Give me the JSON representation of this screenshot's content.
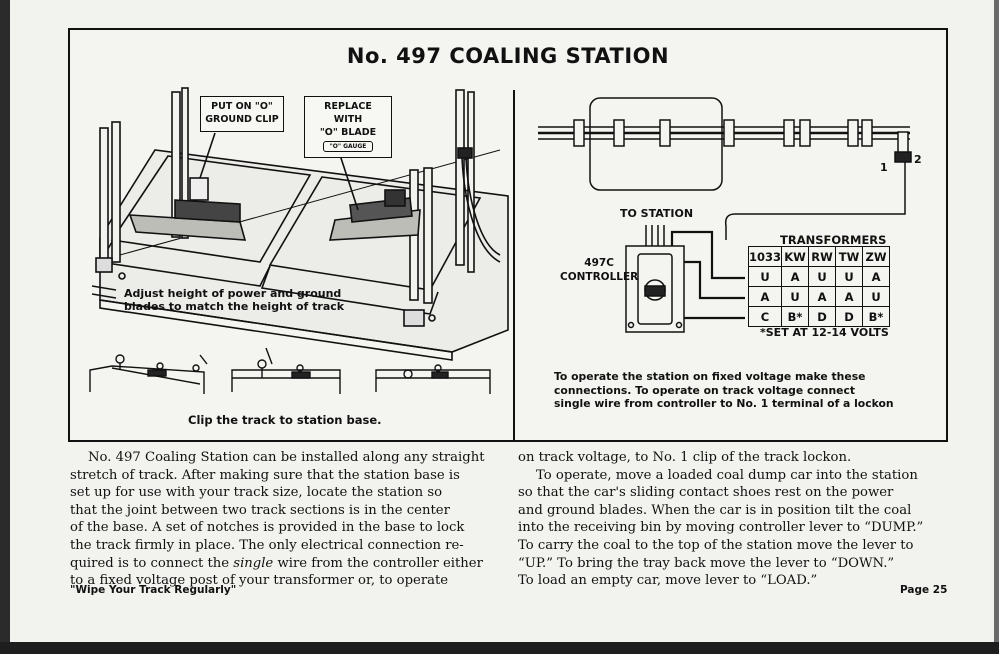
{
  "title": "No. 497  COALING STATION",
  "left_diagram": {
    "callout_ground": [
      "PUT ON \"O\"",
      "GROUND CLIP"
    ],
    "callout_blade": [
      "REPLACE WITH",
      "\"O\"  BLADE"
    ],
    "gauge_tag": "\"O\" GAUGE",
    "adjust_note": [
      "Adjust height of power and ground",
      "blades to match the height of track"
    ],
    "clip_caption": "Clip the track to station base."
  },
  "right_diagram": {
    "to_station": "TO STATION",
    "controller_label": [
      "497C",
      "CONTROLLER"
    ],
    "lockon_terminal_1": "1",
    "lockon_terminal_2": "2",
    "transformers": {
      "heading": "TRANSFORMERS",
      "columns": [
        "1033",
        "KW",
        "RW",
        "TW",
        "ZW"
      ],
      "rows": [
        [
          "U",
          "A",
          "U",
          "U",
          "A"
        ],
        [
          "A",
          "U",
          "A",
          "A",
          "U"
        ],
        [
          "C",
          "B*",
          "D",
          "D",
          "B*"
        ]
      ],
      "footnote": "*SET AT 12-14 VOLTS"
    },
    "instructions": [
      "To operate the station on fixed voltage make these",
      "connections.  To operate on track voltage connect",
      "single wire from controller to No. 1 terminal of a lockon"
    ]
  },
  "body": {
    "left_lines": [
      "No. 497 Coaling Station can be installed along any straight",
      "stretch of track. After making sure that the station base is",
      "set up for use with your track size, locate the station so",
      "that the joint between two track sections is in the center",
      "of the base. A set of notches is provided in the base to lock",
      "the track firmly in place. The only electrical connection re-",
      "quired is to connect the",
      "single",
      "wire from the controller either",
      "to a fixed voltage post of your transformer or, to operate"
    ],
    "right_lines": [
      "on track voltage, to No. 1 clip of the track lockon.",
      "To operate, move a loaded coal dump car into the station",
      "so that the car's sliding contact shoes rest on the power",
      "and ground blades. When the car is in position tilt the coal",
      "into the receiving bin by moving controller lever to “DUMP.”",
      "To carry the coal to the top of the station move the lever to",
      "“UP.” To bring the tray back move the lever to “DOWN.”",
      "To load an empty car, move lever to “LOAD.”"
    ]
  },
  "footer": {
    "slogan": "\"Wipe Your Track Regularly\"",
    "page": "Page 25"
  }
}
